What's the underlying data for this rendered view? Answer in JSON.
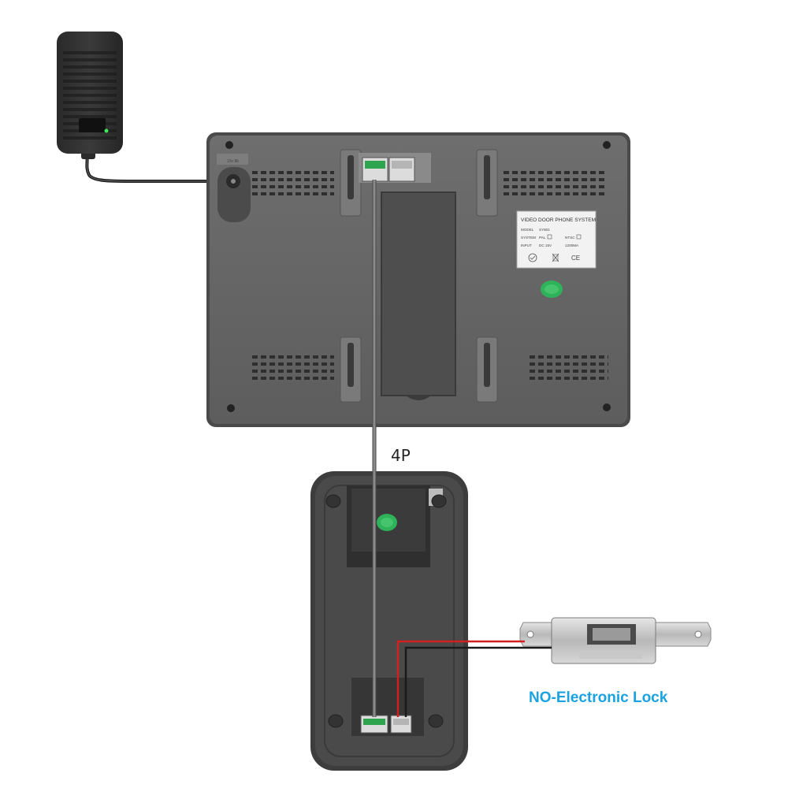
{
  "diagram": {
    "connection_label": "4P",
    "lock_label": "NO-Electronic Lock",
    "label_color": "#1aa3e0",
    "monitor_sticker": {
      "title": "VIDEO DOOR PHONE SYSTEM",
      "model_label": "MODEL",
      "model_value": "SY801",
      "system_label": "SYSTEM",
      "pal_label": "PAL",
      "ntsc_label": "NTSC",
      "input_label": "INPUT",
      "input_value": "DC 15V",
      "extra_value": "1200MA",
      "ce_mark": "CE"
    },
    "power_jack_label": "15v  8b",
    "wire_colors": {
      "signal": "#8a8a8a",
      "lock_positive": "#d21f1f",
      "lock_negative": "#1a1a1a"
    }
  }
}
